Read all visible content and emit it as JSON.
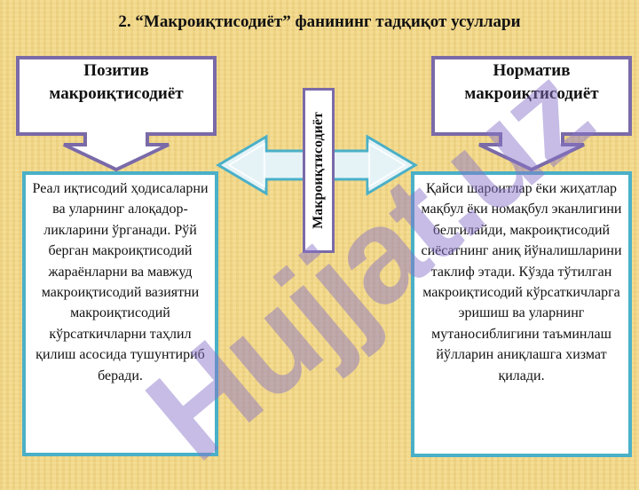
{
  "title": "2. “Макроиқтисодиёт” фанининг тадқиқот усуллари",
  "left_header": [
    "Позитив",
    "макроиқтисодиёт"
  ],
  "right_header": [
    "Норматив",
    "макроиқтисодиёт"
  ],
  "center_label": "Макроиқтисодиёт",
  "left_text": "Реал иқтисодий ҳодисаларни ва уларнинг алоқадор-ликларини ўрганади. Рўй берган макроиқтисодий жараёнларни ва мавжуд макроиқтисодий вазиятни макроиқтисодий кўрсаткичларни таҳлил қилиш асосида тушунтириб беради.",
  "right_text": "Қайси шароитлар  ёки жиҳатлар мақбул ёки номақбул  эканлигини белгилайди, макроиқтисодий сиёсатнинг аниқ йўналишларини таклиф этади.  Кўзда тўтилган макроиқтисодий кўрсаткичларга эришиш ва уларнинг мутаносиблигини таъминлаш йўлларин аниқлашга хизмат қилади.",
  "watermark": "Hujjat.uz",
  "colors": {
    "background": "#f2d98a",
    "callout_border": "#7a6aa8",
    "panel_border": "#4ab0c8",
    "diamond_fill": "#e6f3f6",
    "watermark": "#8773c8"
  }
}
